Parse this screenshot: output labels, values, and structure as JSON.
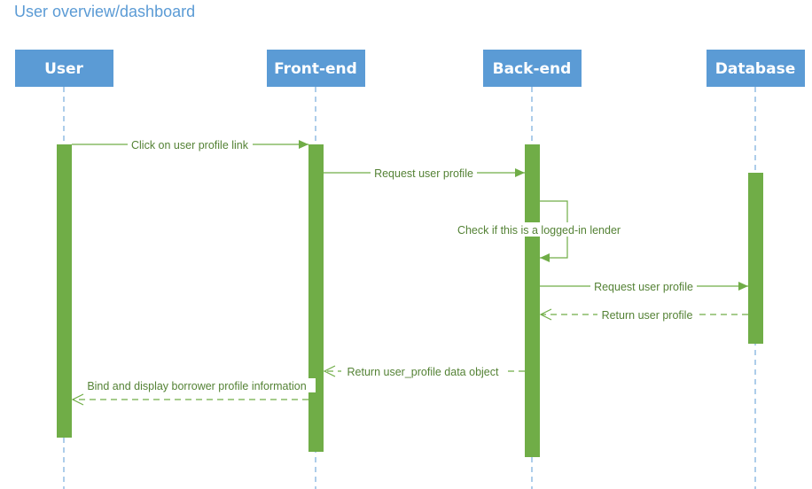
{
  "title": "User overview/dashboard",
  "actors": {
    "user": "User",
    "frontend": "Front-end",
    "backend": "Back-end",
    "database": "Database"
  },
  "messages": {
    "m1": "Click on user profile link",
    "m2": "Request user profile",
    "m3": "Check if this is a logged-in lender",
    "m4": "Request user profile",
    "m5": "Return user profile",
    "m6": "Return user_profile data object",
    "m7": "Bind and display borrower profile information"
  },
  "colors": {
    "actor": "#5b9bd5",
    "activation": "#70ad47",
    "label": "#548235"
  }
}
